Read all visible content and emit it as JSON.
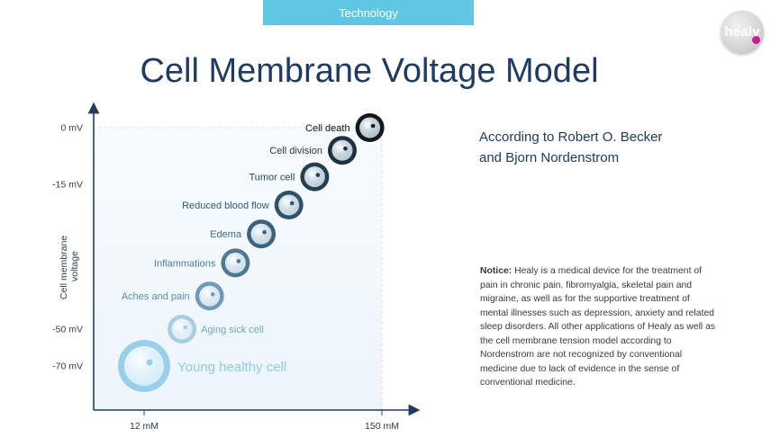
{
  "header": {
    "tab_label": "Technology",
    "logo_text": "healy"
  },
  "title": "Cell Membrane Voltage Model",
  "attribution": {
    "line1": "According to Robert O. Becker",
    "line2": "and Bjorn Nordenstrom"
  },
  "notice": {
    "label": "Notice:",
    "text": " Healy is a medical device for the treatment of pain in chronic pain, fibromyalgia, skeletal pain and migraine, as well as for the supportive treatment of mental illnesses such as depression, anxiety and related sleep disorders. All other applications of Healy as well as the cell membrane tension model according to Nordenstrom are not recognized by conventional medicine due to lack of evidence in the sense of conventional medicine."
  },
  "chart_data": {
    "type": "scatter",
    "ylabel": "Cell membrane voltage",
    "y_ticks": [
      "0 mV",
      "-15 mV",
      "-50 mV",
      "-70 mV"
    ],
    "y_tick_values": [
      0,
      -15,
      -50,
      -70
    ],
    "x_ticks": [
      "12 mM",
      "150 mM"
    ],
    "x_tick_values": [
      12,
      150
    ],
    "points": [
      {
        "label": "Young healthy cell",
        "x": 12,
        "y": -70,
        "fill": "#d4ecf8",
        "ring": "#8fcbe9",
        "text_color": "#8fcbe9",
        "major": true
      },
      {
        "label": "Aging sick cell",
        "x": 34,
        "y": -50,
        "fill": "#d9eaf4",
        "ring": "#a6cde3",
        "text_color": "#6fa6c7"
      },
      {
        "label": "Aches and pain",
        "x": 50,
        "y": -42,
        "fill": "#cfe3ef",
        "ring": "#6f9bb7",
        "text_color": "#5a8fb0"
      },
      {
        "label": "Inflammations",
        "x": 65,
        "y": -34,
        "fill": "#c8dde9",
        "ring": "#4f7893",
        "text_color": "#4a7ea1"
      },
      {
        "label": "Edema",
        "x": 80,
        "y": -27,
        "fill": "#c1d6e3",
        "ring": "#3c637d",
        "text_color": "#3d6d8d"
      },
      {
        "label": "Reduced blood flow",
        "x": 96,
        "y": -20,
        "fill": "#bccfdc",
        "ring": "#2f5268",
        "text_color": "#2f5a76"
      },
      {
        "label": "Tumor cell",
        "x": 111,
        "y": -13,
        "fill": "#b6c8d4",
        "ring": "#243f52",
        "text_color": "#28485e"
      },
      {
        "label": "Cell division",
        "x": 127,
        "y": -6,
        "fill": "#b0c2cd",
        "ring": "#1c3140",
        "text_color": "#1f3545"
      },
      {
        "label": "Cell death",
        "x": 143,
        "y": 0,
        "fill": "#aabcc6",
        "ring": "#11181e",
        "text_color": "#111111"
      }
    ]
  }
}
